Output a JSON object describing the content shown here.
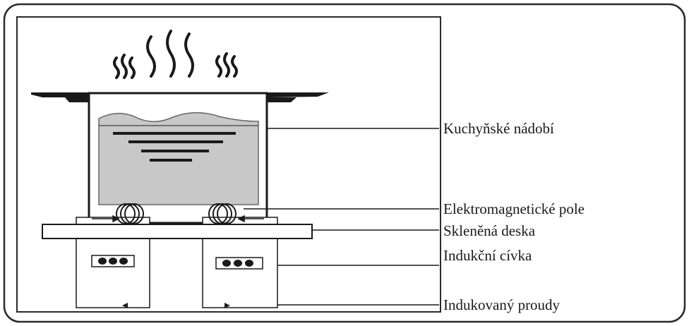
{
  "labels": {
    "cookware": "Kuchyňské nádobí",
    "field": "Elektromagnetické pole",
    "glass": "Skleněná deska",
    "coil": "Indukční cívka",
    "current": "Indukovaný proudy"
  },
  "colors": {
    "stroke": "#1a1a1a",
    "food": "#c8c8c8",
    "pan_fill": "#ffffff",
    "background": "#ffffff"
  }
}
